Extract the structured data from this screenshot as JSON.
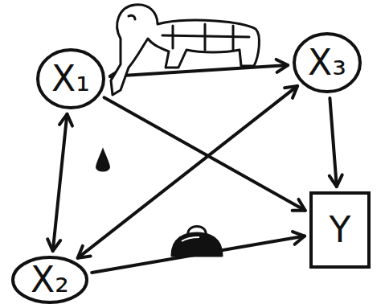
{
  "diagram": {
    "nodes": [
      {
        "text": [
          "X₁"
        ]
      },
      {
        "text": [
          "X₃"
        ]
      },
      {
        "text": [
          "Y"
        ]
      },
      {
        "text": [
          "X₂"
        ]
      }
    ],
    "edges": [
      {
        "from": 0,
        "to": 1,
        "arrow": "both"
      },
      {
        "from": 1,
        "to": 2,
        "arrow": "to"
      },
      {
        "from": 0,
        "to": 2,
        "arrow": "to"
      },
      {
        "from": 1,
        "to": 3,
        "arrow": "both"
      },
      {
        "from": 0,
        "to": 3,
        "arrow": "both"
      },
      {
        "from": 3,
        "to": 2,
        "arrow": "to"
      }
    ]
  }
}
